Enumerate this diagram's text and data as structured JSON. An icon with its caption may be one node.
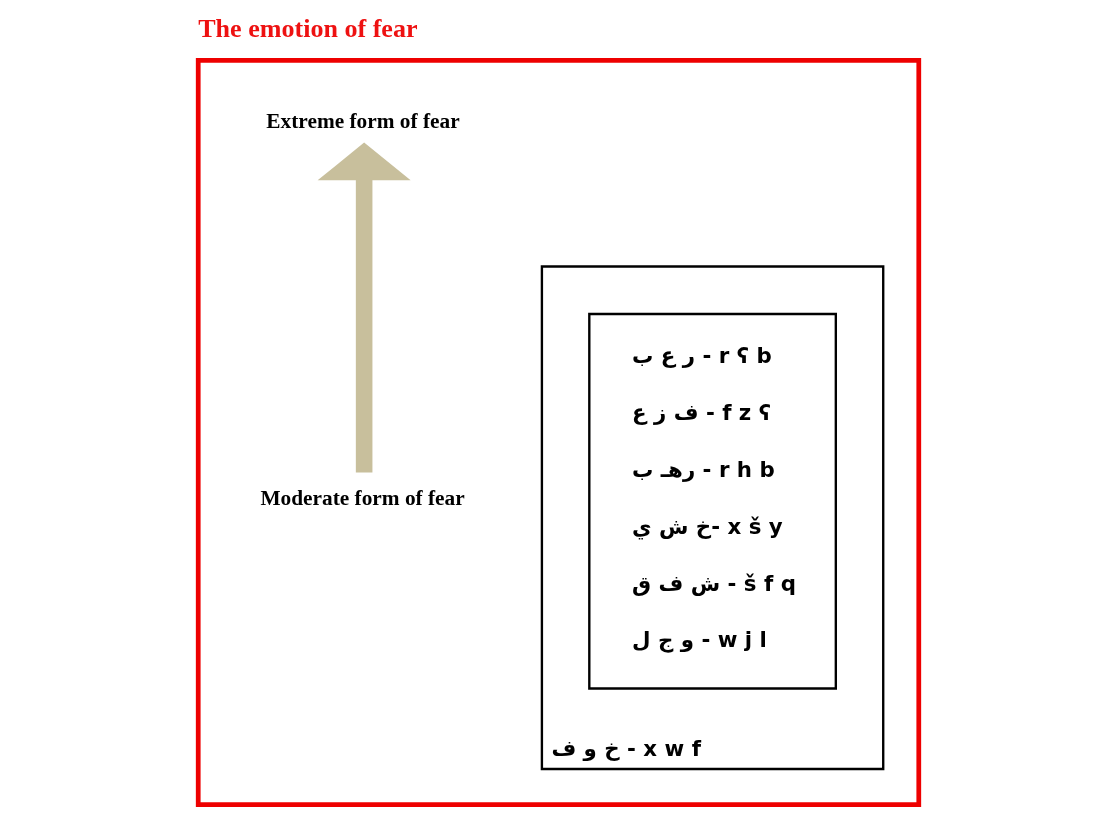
{
  "diagram": {
    "title": "The emotion of fear",
    "nodes": [
      {
        "text": [],
        "shape": "box"
      },
      {
        "text": [
          "خ و ف - x w f"
        ],
        "in": 0
      },
      {
        "text": [
          "ر ع ب - r ʕ b",
          "ف ز ع - f z ʕ",
          "رهـ ب - r h b",
          "خ ش ي- x š y",
          "ش ف ق - š f q",
          "و ج ل - w j l"
        ],
        "in": 1
      },
      {
        "text": [
          "Extreme form of fear"
        ],
        "in": 0
      },
      {
        "text": [
          "Moderate form of fear"
        ],
        "in": 0
      }
    ],
    "edges": [
      {
        "from": 4,
        "to": 3,
        "arrow": "to",
        "color": "#c8bf9c"
      }
    ]
  }
}
